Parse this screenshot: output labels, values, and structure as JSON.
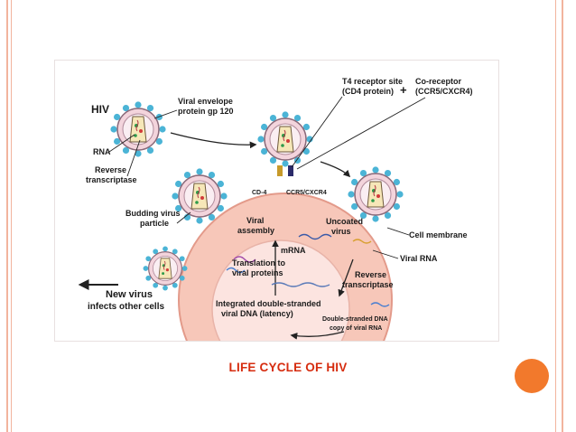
{
  "caption": "LIFE CYCLE OF HIV",
  "colors": {
    "accent_orange": "#f2792c",
    "caption_red": "#d62c0f",
    "border_peach": "#f2b49e",
    "cell_pink": "#f7c7b9",
    "nucleus_pink": "#fce4e0",
    "virus_blue": "#4bb4d6",
    "virus_body": "#f3d4dc"
  },
  "diagram": {
    "hiv": "HIV",
    "viral_envelope_l1": "Viral envelope",
    "viral_envelope_l2": "protein gp 120",
    "rna": "RNA",
    "rt_l1": "Reverse",
    "rt_l2": "transcriptase",
    "t4_l1": "T4 receptor site",
    "t4_l2": "(CD4 protein)",
    "plus": "+",
    "coreceptor_l1": "Co-receptor",
    "coreceptor_l2": "(CCR5/CXCR4)",
    "cd4": "CD-4",
    "ccr5": "CCR5/CXCR4",
    "budding_l1": "Budding virus",
    "budding_l2": "particle",
    "viral_assembly_l1": "Viral",
    "viral_assembly_l2": "assembly",
    "uncoated_l1": "Uncoated",
    "uncoated_l2": "virus",
    "cell_membrane": "Cell membrane",
    "viral_rna": "Viral RNA",
    "mrna": "mRNA",
    "translation_l1": "Translation to",
    "translation_l2": "viral proteins",
    "rev_trans_l1": "Reverse",
    "rev_trans_l2": "transcriptase",
    "new_virus_l1": "New virus",
    "new_virus_l2": "infects other cells",
    "integrated_l1": "Integrated double-stranded",
    "integrated_l2": "viral DNA (latency)",
    "ds_dna_l1": "Double-stranded DNA",
    "ds_dna_l2": "copy of viral RNA"
  }
}
